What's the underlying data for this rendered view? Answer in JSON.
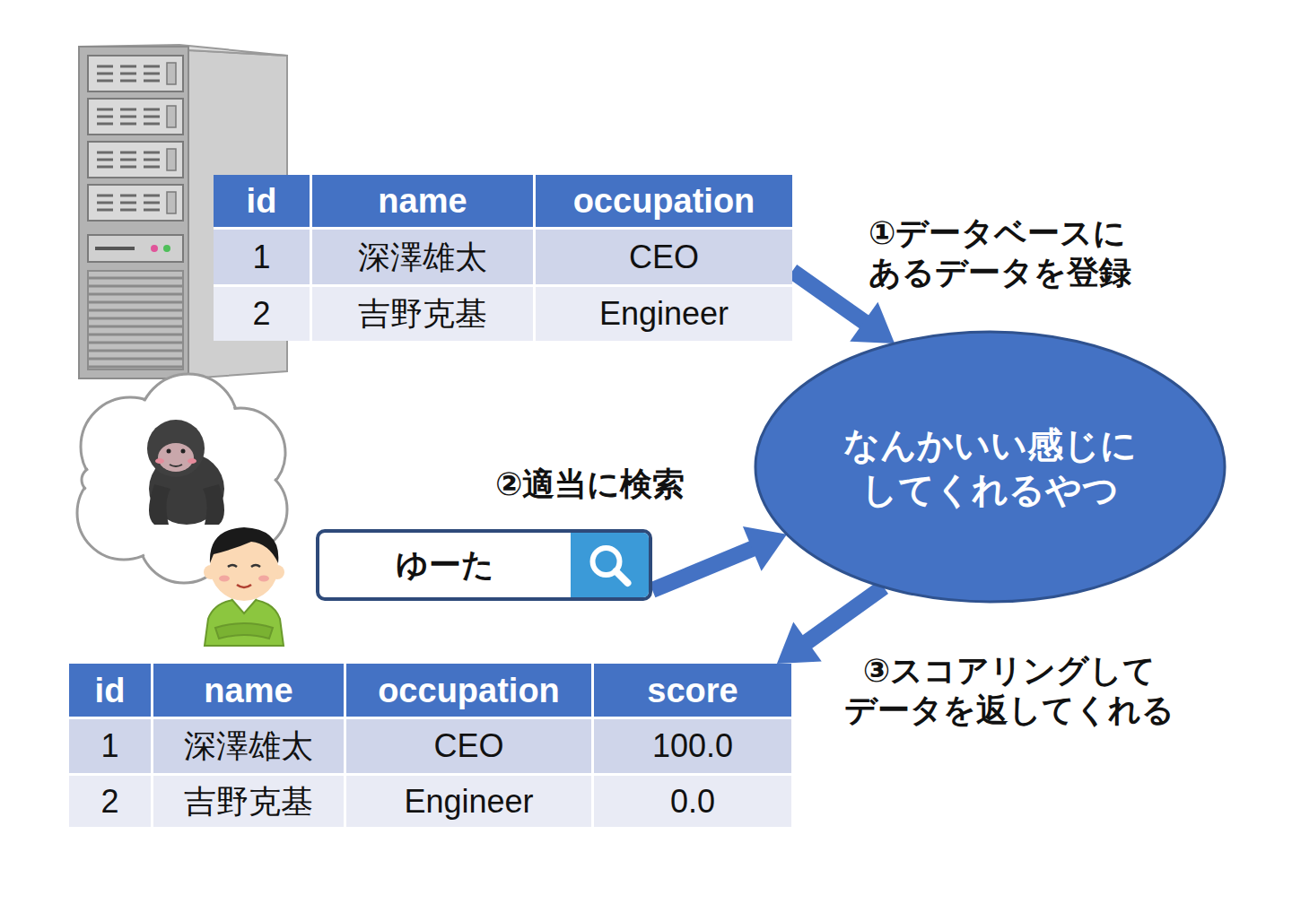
{
  "diagram": {
    "nodes": [
      {
        "text": [
          "id",
          "name",
          "occupation",
          "1",
          "深澤雄太",
          "CEO",
          "2",
          "吉野克基",
          "Engineer"
        ]
      },
      {
        "text": [
          "なんかいい感じに してくれるやつ"
        ]
      },
      {
        "text": [
          "ゆーた"
        ]
      },
      {
        "text": [
          "id",
          "name",
          "occupation",
          "score",
          "1",
          "深澤雄太",
          "CEO",
          "100.0",
          "2",
          "吉野克基",
          "Engineer",
          "0.0"
        ]
      }
    ],
    "edges": [
      {
        "from": 0,
        "to": 1,
        "arrow": "to",
        "label": "①データベースに あるデータを登録"
      },
      {
        "from": 2,
        "to": 1,
        "arrow": "to",
        "label": "②適当に検索"
      },
      {
        "from": 1,
        "to": 3,
        "arrow": "to",
        "label": "③スコアリングして データを返してくれる"
      }
    ]
  }
}
